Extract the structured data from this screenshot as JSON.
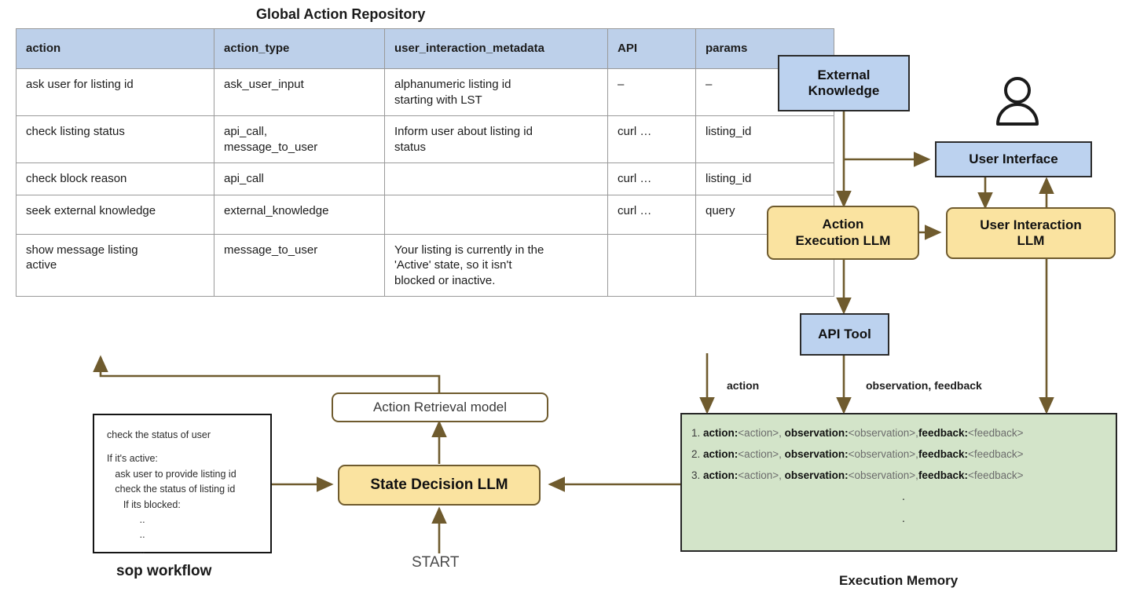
{
  "figure": {
    "table_title": "Global Action Repository",
    "sop_title": "sop workflow",
    "memory_title": "Execution Memory",
    "start_label": "START"
  },
  "colors": {
    "header_blue": "#bdd0ea",
    "node_blue": "#bcd2ef",
    "node_yellow": "#fae3a0",
    "node_green": "#d3e4c9",
    "arrow_brown": "#6f5b2e",
    "border_dark": "#2b2b2b",
    "table_border": "#9a9a9a"
  },
  "table": {
    "columns": [
      "action",
      "action_type",
      "user_interaction_metadata",
      "API",
      "params"
    ],
    "rows": [
      {
        "action": "ask user for listing id",
        "action_type": "ask_user_input",
        "user_interaction_metadata_l1": "alphanumeric listing id",
        "user_interaction_metadata_l2": "starting with LST",
        "api": "–",
        "params": "–"
      },
      {
        "action": "check listing status",
        "action_type_l1": "api_call,",
        "action_type_l2": "message_to_user",
        "user_interaction_metadata_l1": "Inform user about listing id",
        "user_interaction_metadata_l2": "status",
        "api": "curl …",
        "params": "listing_id"
      },
      {
        "action": "check block reason",
        "action_type": "api_call",
        "user_interaction_metadata": "",
        "api": "curl …",
        "params": "listing_id"
      },
      {
        "action": "seek external knowledge",
        "action_type": "external_knowledge",
        "user_interaction_metadata": "",
        "api": "curl …",
        "params": "query"
      },
      {
        "action_l1": "show message listing",
        "action_l2": "active",
        "action_type": "message_to_user",
        "user_interaction_metadata_l1": "Your listing is currently in the",
        "user_interaction_metadata_l2": "'Active' state, so it isn't",
        "user_interaction_metadata_l3": "blocked or inactive.",
        "api": "",
        "params": ""
      }
    ]
  },
  "nodes": {
    "external_knowledge_l1": "External",
    "external_knowledge_l2": "Knowledge",
    "user_interface": "User Interface",
    "action_execution_l1": "Action",
    "action_execution_l2": "Execution LLM",
    "user_interaction_l1": "User Interaction",
    "user_interaction_l2": "LLM",
    "api_tool": "API Tool",
    "action_retrieval": "Action Retrieval model",
    "state_decision": "State Decision LLM"
  },
  "edge_labels": {
    "action": "action",
    "observation_feedback": "observation, feedback"
  },
  "sop_workflow": {
    "lines": [
      "check the status of user",
      "",
      "If it's active:",
      "   ask user to provide listing id",
      "   check the status of listing id",
      "      If its blocked:",
      "            ..",
      "            ..",
      "            .."
    ]
  },
  "execution_memory": {
    "entries": [
      {
        "num": "1.",
        "k1": "action:",
        "v1": "<action>,",
        "k2": "observation:",
        "v2": "<observation>,",
        "k3": "feedback:",
        "v3": "<feedback>"
      },
      {
        "num": "2.",
        "k1": "action:",
        "v1": "<action>,",
        "k2": "observation:",
        "v2": "<observation>,",
        "k3": "feedback:",
        "v3": "<feedback>"
      },
      {
        "num": "3.",
        "k1": "action:",
        "v1": "<action>,",
        "k2": "observation:",
        "v2": "<observation>,",
        "k3": "feedback:",
        "v3": "<feedback>"
      }
    ],
    "ellipsis": "."
  }
}
